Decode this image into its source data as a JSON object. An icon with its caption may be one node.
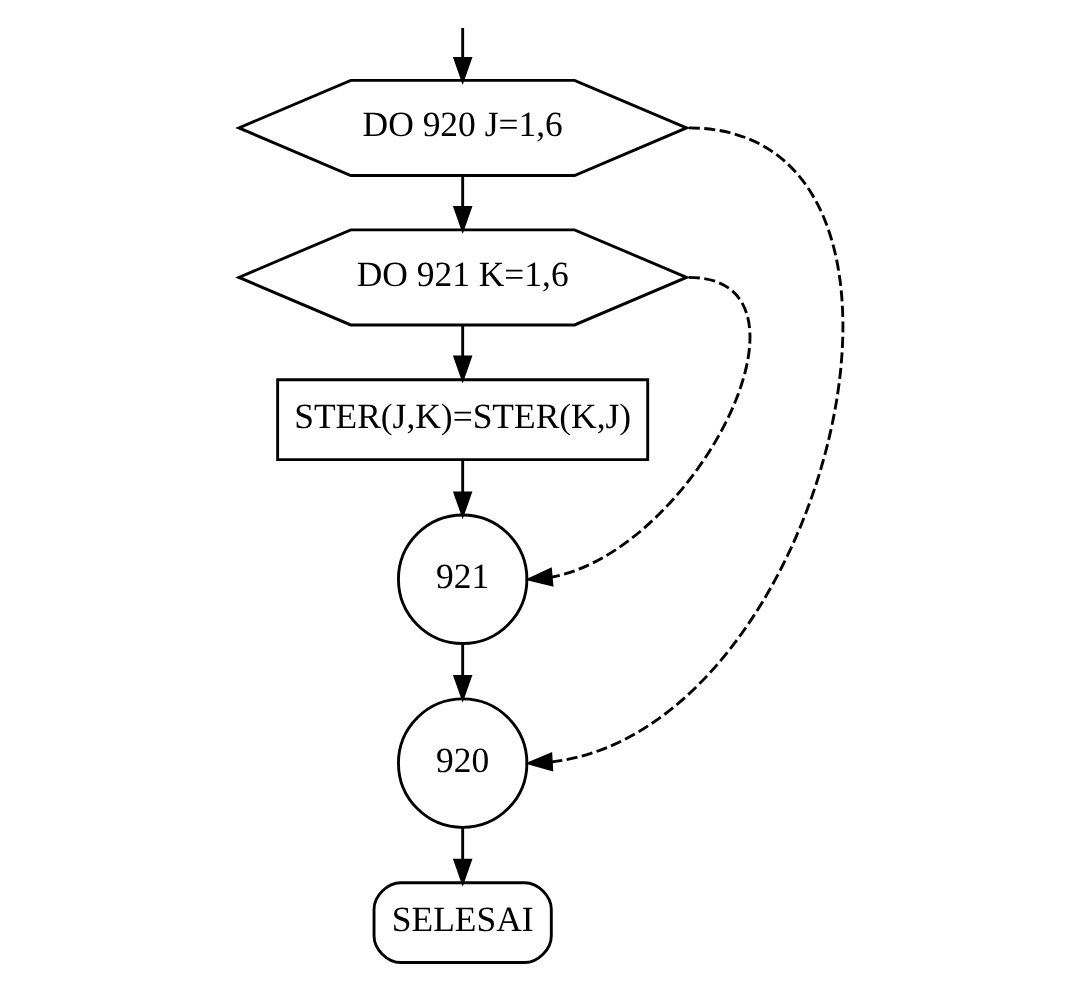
{
  "diagram": {
    "nodes": [
      {
        "text": [
          "DO 920 J=1,6"
        ]
      },
      {
        "text": [
          "DO 921 K=1,6"
        ]
      },
      {
        "text": [
          "STER(J,K)=STER(K,J)"
        ]
      },
      {
        "text": [
          "921"
        ]
      },
      {
        "text": [
          "920"
        ]
      },
      {
        "text": [
          "SELESAI"
        ]
      }
    ],
    "edges": [
      {
        "from": null,
        "to": 0,
        "arrow": "to"
      },
      {
        "from": 0,
        "to": 1,
        "arrow": "to"
      },
      {
        "from": 1,
        "to": 2,
        "arrow": "to"
      },
      {
        "from": 2,
        "to": 3,
        "arrow": "to"
      },
      {
        "from": 3,
        "to": 4,
        "arrow": "to"
      },
      {
        "from": 4,
        "to": 5,
        "arrow": "to"
      },
      {
        "from": 1,
        "to": 3,
        "arrow": "to",
        "style": "dashed"
      },
      {
        "from": 0,
        "to": 4,
        "arrow": "to",
        "style": "dashed"
      }
    ]
  }
}
